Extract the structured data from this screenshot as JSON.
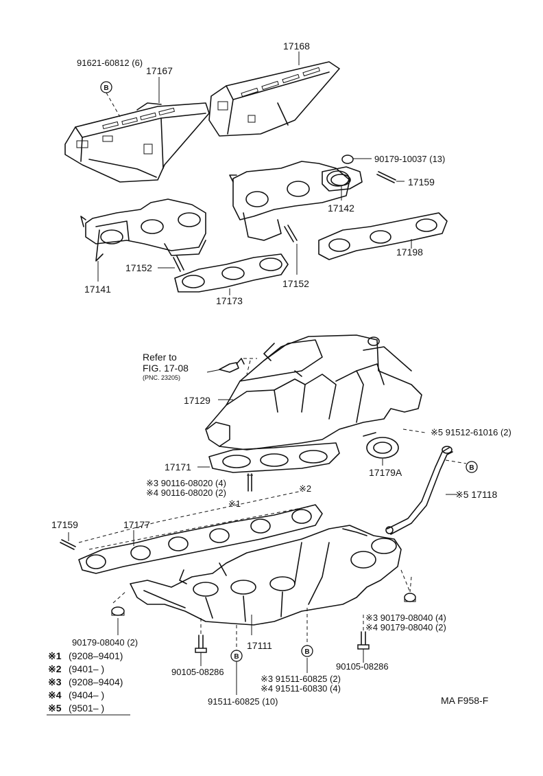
{
  "figure_code": "MA  F958-F",
  "refer": {
    "line1": "Refer to",
    "line2": "FIG. 17-08",
    "line3": "(PNC. 23205)"
  },
  "marker_letter": "B",
  "labels": {
    "p91621": "91621-60812 (6)",
    "p17167": "17167",
    "p17168": "17168",
    "p90179_10037": "90179-10037 (13)",
    "p17159_top": "17159",
    "p17142": "17142",
    "p17198": "17198",
    "p17141": "17141",
    "p17152_a": "17152",
    "p17152_b": "17152",
    "p17173": "17173",
    "p17129": "17129",
    "p17171": "17171",
    "p91512": "※5 91512-61016 (2)",
    "p17179A": "17179A",
    "p90116_a": "※3  90116-08020 (4)",
    "p90116_b": "※4  90116-08020 (2)",
    "p17118": "※5 17118",
    "star2": "※2",
    "star1": "※1",
    "p17159_bot": "17159",
    "p17177": "17177",
    "p90179_08040_l": "90179-08040 (2)",
    "p90179_08040_a": "※3 90179-08040 (4)",
    "p90179_08040_b": "※4 90179-08040 (2)",
    "p17111": "17111",
    "p90105_l": "90105-08286",
    "p90105_r": "90105-08286",
    "p91511_a": "※3  91511-60825 (2)",
    "p91511_b": "※4  91511-60830 (4)",
    "p91511_c": "91511-60825 (10)"
  },
  "legend": [
    {
      "mark": "※1",
      "text": "(9208–9401)"
    },
    {
      "mark": "※2",
      "text": "(9401–        )"
    },
    {
      "mark": "※3",
      "text": "(9208–9404)"
    },
    {
      "mark": "※4",
      "text": "(9404–        )"
    },
    {
      "mark": "※5",
      "text": "(9501–        )"
    }
  ]
}
